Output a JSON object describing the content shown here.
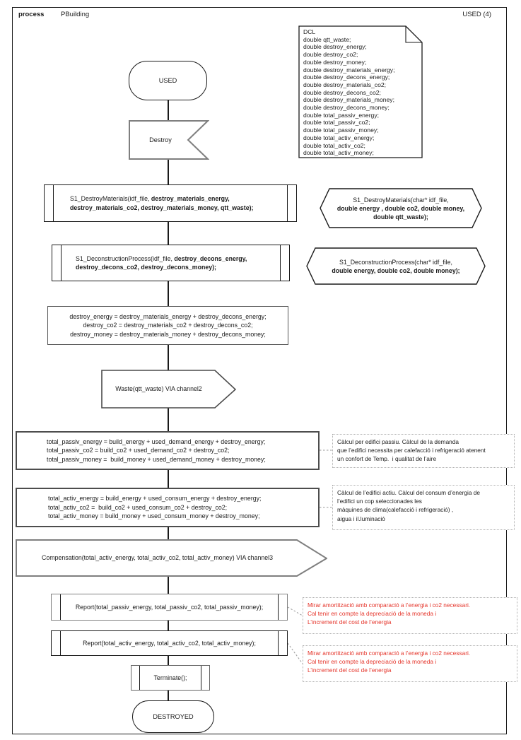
{
  "header": {
    "kind": "process",
    "name": "PBuilding",
    "page": "USED (4)"
  },
  "colors": {
    "comment_red": "#e5352b",
    "thick_border": "#7f7f7f",
    "line": "#1a1a1a"
  },
  "dcl": {
    "lines": [
      "DCL",
      "double qtt_waste;",
      "double destroy_energy;",
      "double destroy_co2;",
      "double destroy_money;",
      "double destroy_materials_energy;",
      "double destroy_decons_energy;",
      "double destroy_materials_co2;",
      "double destroy_decons_co2;",
      "double destroy_materials_money;",
      "double destroy_decons_money;",
      "double total_passiv_energy;",
      "double total_passiv_co2;",
      "double total_passiv_money;",
      "double total_activ_energy;",
      "double total_activ_co2;",
      "double total_activ_money;"
    ]
  },
  "start_state": "USED",
  "end_state": "DESTROYED",
  "input_destroy": "Destroy",
  "call1": {
    "n1": "S1_DestroyMaterials(idf_file, ",
    "b1": "destroy_materials_energy,",
    "b2": "destroy_materials_co2, destroy_materials_money, qtt_waste);"
  },
  "decl1": {
    "l1": "S1_DestroyMaterials(char* idf_file,",
    "l2": "double energy , double co2, double money,",
    "l3": "double qtt_waste);"
  },
  "call2": {
    "n1": "S1_DeconstructionProcess(idf_file, ",
    "b1": "destroy_decons_energy,",
    "b2": "destroy_decons_co2, destroy_decons_money);"
  },
  "decl2": {
    "l1": "S1_DeconstructionProcess(char* idf_file,",
    "l2": "double energy, double co2, double money);"
  },
  "task_destroy": {
    "lines": [
      "destroy_energy = destroy_materials_energy + destroy_decons_energy;",
      "destroy_co2 = destroy_materials_co2 + destroy_decons_co2;",
      "destroy_money = destroy_materials_money + destroy_decons_money;"
    ]
  },
  "output_waste": "Waste(qtt_waste) VIA channel2",
  "task_passiv": {
    "lines": [
      "total_passiv_energy = build_energy + used_demand_energy + destroy_energy;",
      "total_passiv_co2 = build_co2 + used_demand_co2 + destroy_co2;",
      "total_passiv_money =  build_money + used_demand_money + destroy_money;"
    ]
  },
  "comment_passiv": {
    "lines": [
      "Càlcul per edifici passiu. Càlcul de la demanda",
      "que l’edifici necessita per calefacció i refrigeració atenent",
      "un confort de Temp.  i qualitat de l’aire"
    ]
  },
  "task_activ": {
    "lines": [
      "total_activ_energy = build_energy + used_consum_energy + destroy_energy;",
      "total_activ_co2 =  build_co2 + used_consum_co2 + destroy_co2;",
      "total_activ_money = build_money + used_consum_money + destroy_money;"
    ]
  },
  "comment_activ": {
    "lines": [
      "Càlcul de l’edifici actiu. Càlcul del consum d’energia de",
      "l’edifici un cop seleccionades les",
      "màquines de clima(calefacció i refrigeració) ,",
      "aigua i il.luminació"
    ]
  },
  "output_compensation": "Compensation(total_activ_energy, total_activ_co2, total_activ_money) VIA channel3",
  "report_passiv": "Report(total_passiv_energy, total_passiv_co2, total_passiv_money);",
  "comment_amort_passiv": {
    "lines": [
      "Mirar amortització amb comparació a l’energia i co2 necessari.",
      "Cal tenir en compte la depreciació de la moneda i",
      "L’increment del cost de l’energia"
    ]
  },
  "report_activ": "Report(total_activ_energy, total_activ_co2, total_activ_money);",
  "comment_amort_activ": {
    "lines": [
      "Mirar amortització amb comparació a l’energia i co2 necessari.",
      "Cal tenir en compte la depreciació de la moneda i",
      "L’increment del cost de l’energia"
    ]
  },
  "call_terminate": "Terminate();"
}
